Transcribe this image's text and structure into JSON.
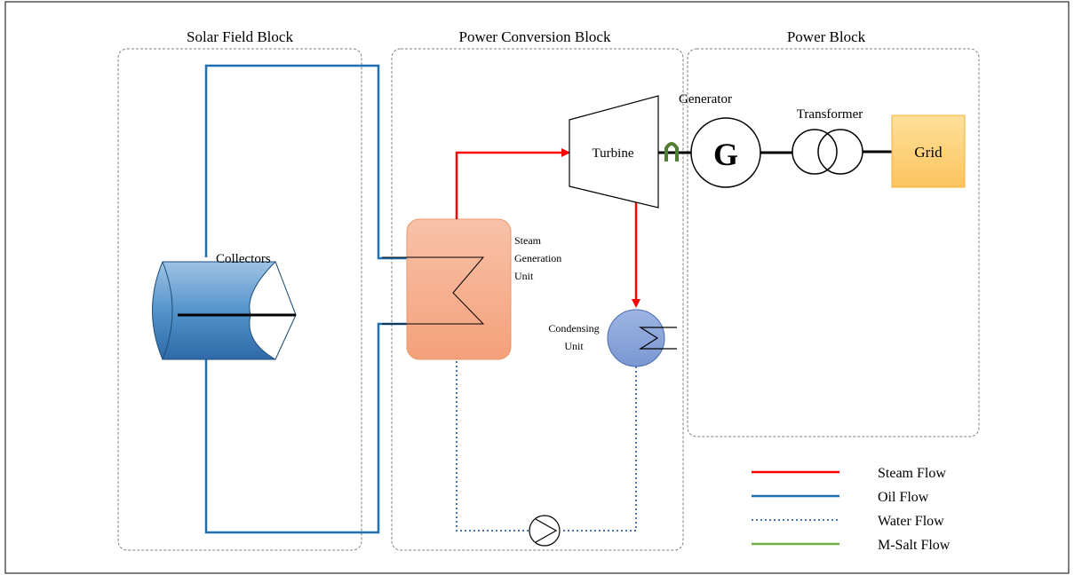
{
  "blocks": {
    "solar_field": "Solar Field Block",
    "power_conversion": "Power Conversion Block",
    "power_block": "Power Block"
  },
  "components": {
    "collectors": "Collectors",
    "steam_generation": [
      "Steam",
      "Generation",
      "Unit"
    ],
    "turbine": "Turbine",
    "condensing": [
      "Condensing",
      "Unit"
    ],
    "generator_label": "Generator",
    "generator_symbol": "G",
    "transformer": "Transformer",
    "grid": "Grid"
  },
  "legend": [
    {
      "label": "Steam Flow",
      "color": "#ff0000",
      "style": "solid"
    },
    {
      "label": "Oil Flow",
      "color": "#1f6fb2",
      "style": "solid"
    },
    {
      "label": "Water Flow",
      "color": "#4a72b5",
      "style": "dotted"
    },
    {
      "label": "M-Salt Flow",
      "color": "#70ad47",
      "style": "solid"
    }
  ],
  "colors": {
    "steam": "#ff0000",
    "oil": "#1f6fb2",
    "water": "#4a72b5",
    "msalt": "#507e32",
    "block_border": "#808080",
    "grid_fill": "#fdd27a",
    "condenser_fill": "#8faadc",
    "sgu_fill": "#f7b294"
  }
}
